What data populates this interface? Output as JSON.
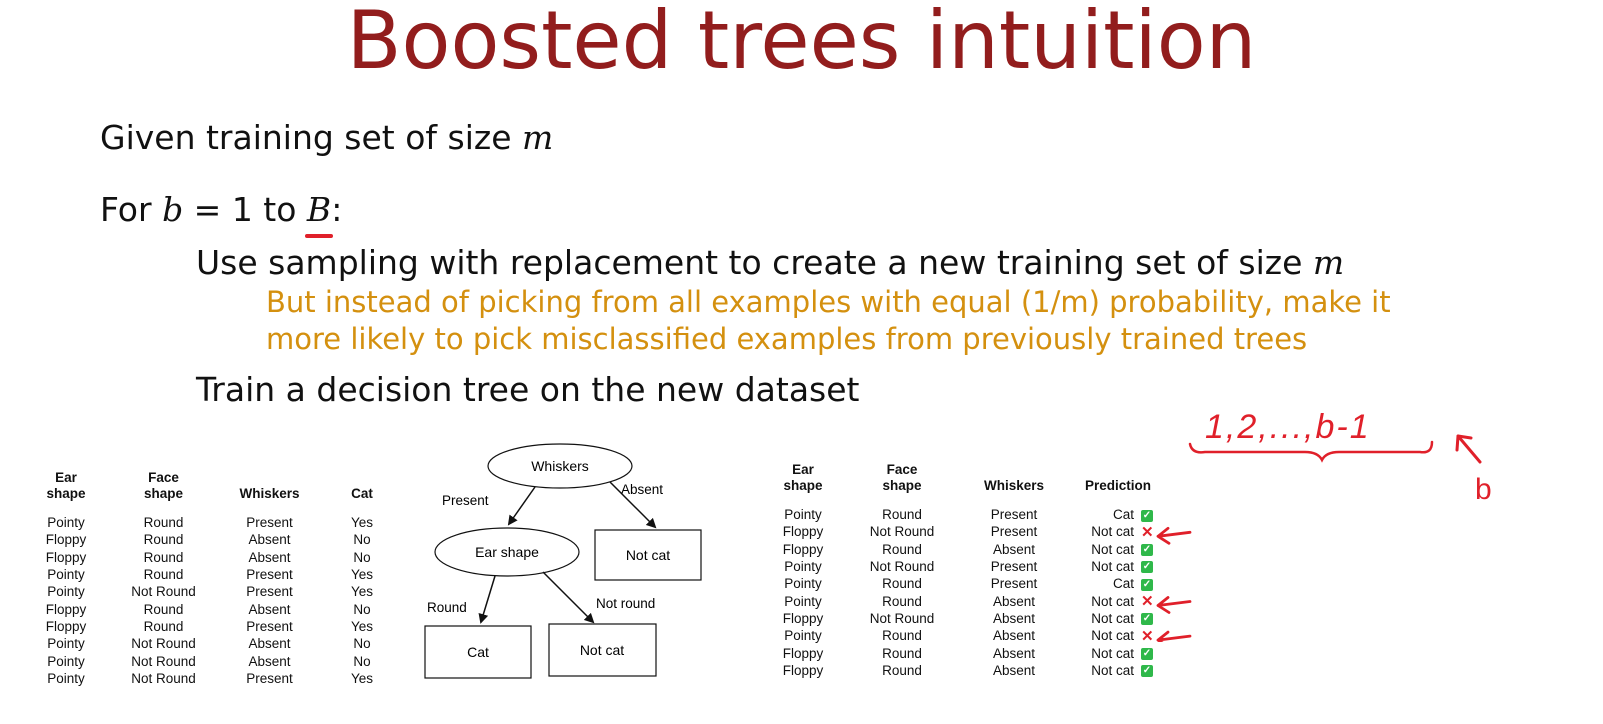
{
  "slide": {
    "title": "Boosted trees intuition",
    "line1_text": "Given training set of size ",
    "line1_var": "m",
    "line2_text_a": "For ",
    "line2_var_b": "b",
    "line2_text_b": " = 1 to ",
    "line2_var_B": "B",
    "line2_colon": ":",
    "line3_text": "Use sampling with replacement to create a new training set of size ",
    "line3_var": "m",
    "orange_line1": "But instead of picking from all examples with equal (1/m) probability, make it",
    "orange_line2": "more likely to pick misclassified examples from previously trained trees",
    "line4_text": "Train a decision tree on the new dataset"
  },
  "left_table": {
    "headers": [
      "Ear shape",
      "Face shape",
      "Whiskers",
      "Cat"
    ],
    "rows": [
      [
        "Pointy",
        "Round",
        "Present",
        "Yes"
      ],
      [
        "Floppy",
        "Round",
        "Absent",
        "No"
      ],
      [
        "Floppy",
        "Round",
        "Absent",
        "No"
      ],
      [
        "Pointy",
        "Round",
        "Present",
        "Yes"
      ],
      [
        "Pointy",
        "Not Round",
        "Present",
        "Yes"
      ],
      [
        "Floppy",
        "Round",
        "Absent",
        "No"
      ],
      [
        "Floppy",
        "Round",
        "Present",
        "Yes"
      ],
      [
        "Pointy",
        "Not Round",
        "Absent",
        "No"
      ],
      [
        "Pointy",
        "Not Round",
        "Absent",
        "No"
      ],
      [
        "Pointy",
        "Not Round",
        "Present",
        "Yes"
      ]
    ]
  },
  "tree": {
    "root": "Whiskers",
    "edge_present": "Present",
    "edge_absent": "Absent",
    "node_ear": "Ear shape",
    "leaf_absent": "Not cat",
    "edge_round": "Round",
    "edge_not_round": "Not round",
    "leaf_cat": "Cat",
    "leaf_not_cat": "Not cat"
  },
  "right_table": {
    "headers": [
      "Ear shape",
      "Face shape",
      "Whiskers",
      "Prediction"
    ],
    "rows": [
      {
        "ear": "Pointy",
        "face": "Round",
        "whiskers": "Present",
        "pred": "Cat",
        "correct": true
      },
      {
        "ear": "Floppy",
        "face": "Not Round",
        "whiskers": "Present",
        "pred": "Not cat",
        "correct": false
      },
      {
        "ear": "Floppy",
        "face": "Round",
        "whiskers": "Absent",
        "pred": "Not cat",
        "correct": true
      },
      {
        "ear": "Pointy",
        "face": "Not Round",
        "whiskers": "Present",
        "pred": "Not cat",
        "correct": true
      },
      {
        "ear": "Pointy",
        "face": "Round",
        "whiskers": "Present",
        "pred": "Cat",
        "correct": true
      },
      {
        "ear": "Pointy",
        "face": "Round",
        "whiskers": "Absent",
        "pred": "Not cat",
        "correct": false
      },
      {
        "ear": "Floppy",
        "face": "Not Round",
        "whiskers": "Absent",
        "pred": "Not cat",
        "correct": true
      },
      {
        "ear": "Pointy",
        "face": "Round",
        "whiskers": "Absent",
        "pred": "Not cat",
        "correct": false
      },
      {
        "ear": "Floppy",
        "face": "Round",
        "whiskers": "Absent",
        "pred": "Not cat",
        "correct": true
      },
      {
        "ear": "Floppy",
        "face": "Round",
        "whiskers": "Absent",
        "pred": "Not cat",
        "correct": true
      }
    ],
    "check_glyph": "✓",
    "cross_glyph": "✕"
  },
  "annotations": {
    "sequence": "1,2,...,b-1",
    "b_label": "b",
    "ink_color": "#e0202a"
  },
  "colors": {
    "title": "#921d1d",
    "orange_text": "#d4900f",
    "check": "#2fb84a",
    "cross": "#e0202a"
  }
}
